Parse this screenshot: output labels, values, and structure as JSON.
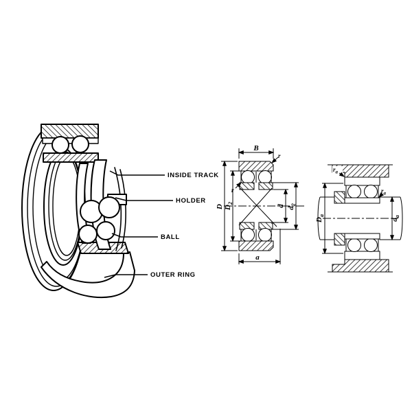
{
  "page": {
    "background": "#ffffff",
    "line_color": "#000000"
  },
  "pictorial": {
    "labels": {
      "inside_track": "INSIDE TRACK",
      "holder": "HOLDER",
      "ball": "BALL",
      "outer_ring": "OUTER RING"
    }
  },
  "section_view": {
    "dim_labels": {
      "B": {
        "base": "B",
        "sub": ""
      },
      "r_outer": {
        "base": "r",
        "sub": ""
      },
      "r_inner": {
        "base": "r",
        "sub": ""
      },
      "D": {
        "base": "D",
        "sub": ""
      },
      "D2": {
        "base": "D",
        "sub": "2"
      },
      "d": {
        "base": "d",
        "sub": ""
      },
      "d2": {
        "base": "d",
        "sub": "2"
      },
      "a": {
        "base": "a",
        "sub": ""
      }
    }
  },
  "mounted_view": {
    "dim_labels": {
      "Da": {
        "base": "D",
        "sub": "a"
      },
      "da": {
        "base": "d",
        "sub": "a"
      },
      "ra_housing": {
        "base": "r",
        "sub": "a"
      },
      "ra_shaft": {
        "base": "r",
        "sub": "a"
      }
    }
  }
}
